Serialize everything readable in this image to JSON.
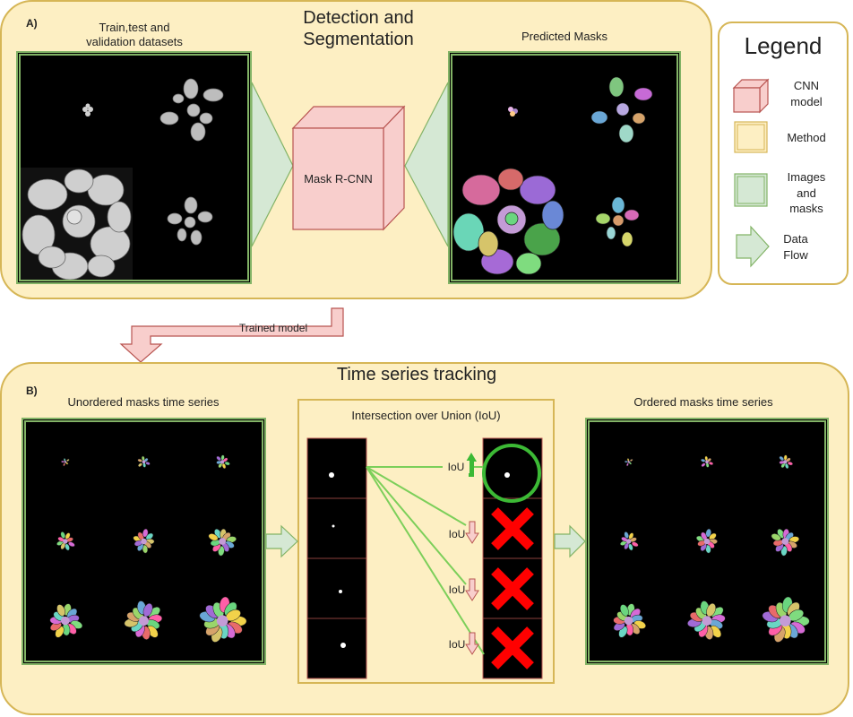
{
  "panel_a": {
    "tag": "A)",
    "title_line1": "Detection and",
    "title_line2": "Segmentation",
    "input_label_line1": "Train,test and",
    "input_label_line2": "validation datasets",
    "model_label": "Mask R-CNN",
    "output_label": "Predicted Masks"
  },
  "connector": {
    "label": "Trained model"
  },
  "panel_b": {
    "tag": "B)",
    "title": "Time series tracking",
    "unordered_label": "Unordered masks time series",
    "iou_label": "Intersection over Union (IoU)",
    "ordered_label": "Ordered masks time series",
    "iou_rows": [
      {
        "text": "IoU",
        "direction": "up",
        "result": "match"
      },
      {
        "text": "IoU",
        "direction": "down",
        "result": "reject"
      },
      {
        "text": "IoU",
        "direction": "down",
        "result": "reject"
      },
      {
        "text": "IoU",
        "direction": "down",
        "result": "reject"
      }
    ]
  },
  "legend": {
    "title": "Legend",
    "items": [
      {
        "label_lines": [
          "CNN",
          "model"
        ],
        "icon": "cube-icon"
      },
      {
        "label_lines": [
          "Method"
        ],
        "icon": "method-box-icon"
      },
      {
        "label_lines": [
          "Images",
          "and",
          "masks"
        ],
        "icon": "image-box-icon"
      },
      {
        "label_lines": [
          "Data",
          "Flow"
        ],
        "icon": "arrow-icon"
      }
    ]
  },
  "colors": {
    "method_fill": "#fdefc3",
    "method_border": "#d6b656",
    "image_border": "#82b366",
    "flow_fill": "#d5e8d4",
    "cnn_fill": "#f8cecc",
    "cnn_border": "#b85450",
    "match_green": "#3cb935",
    "reject_red": "#ff0000"
  }
}
